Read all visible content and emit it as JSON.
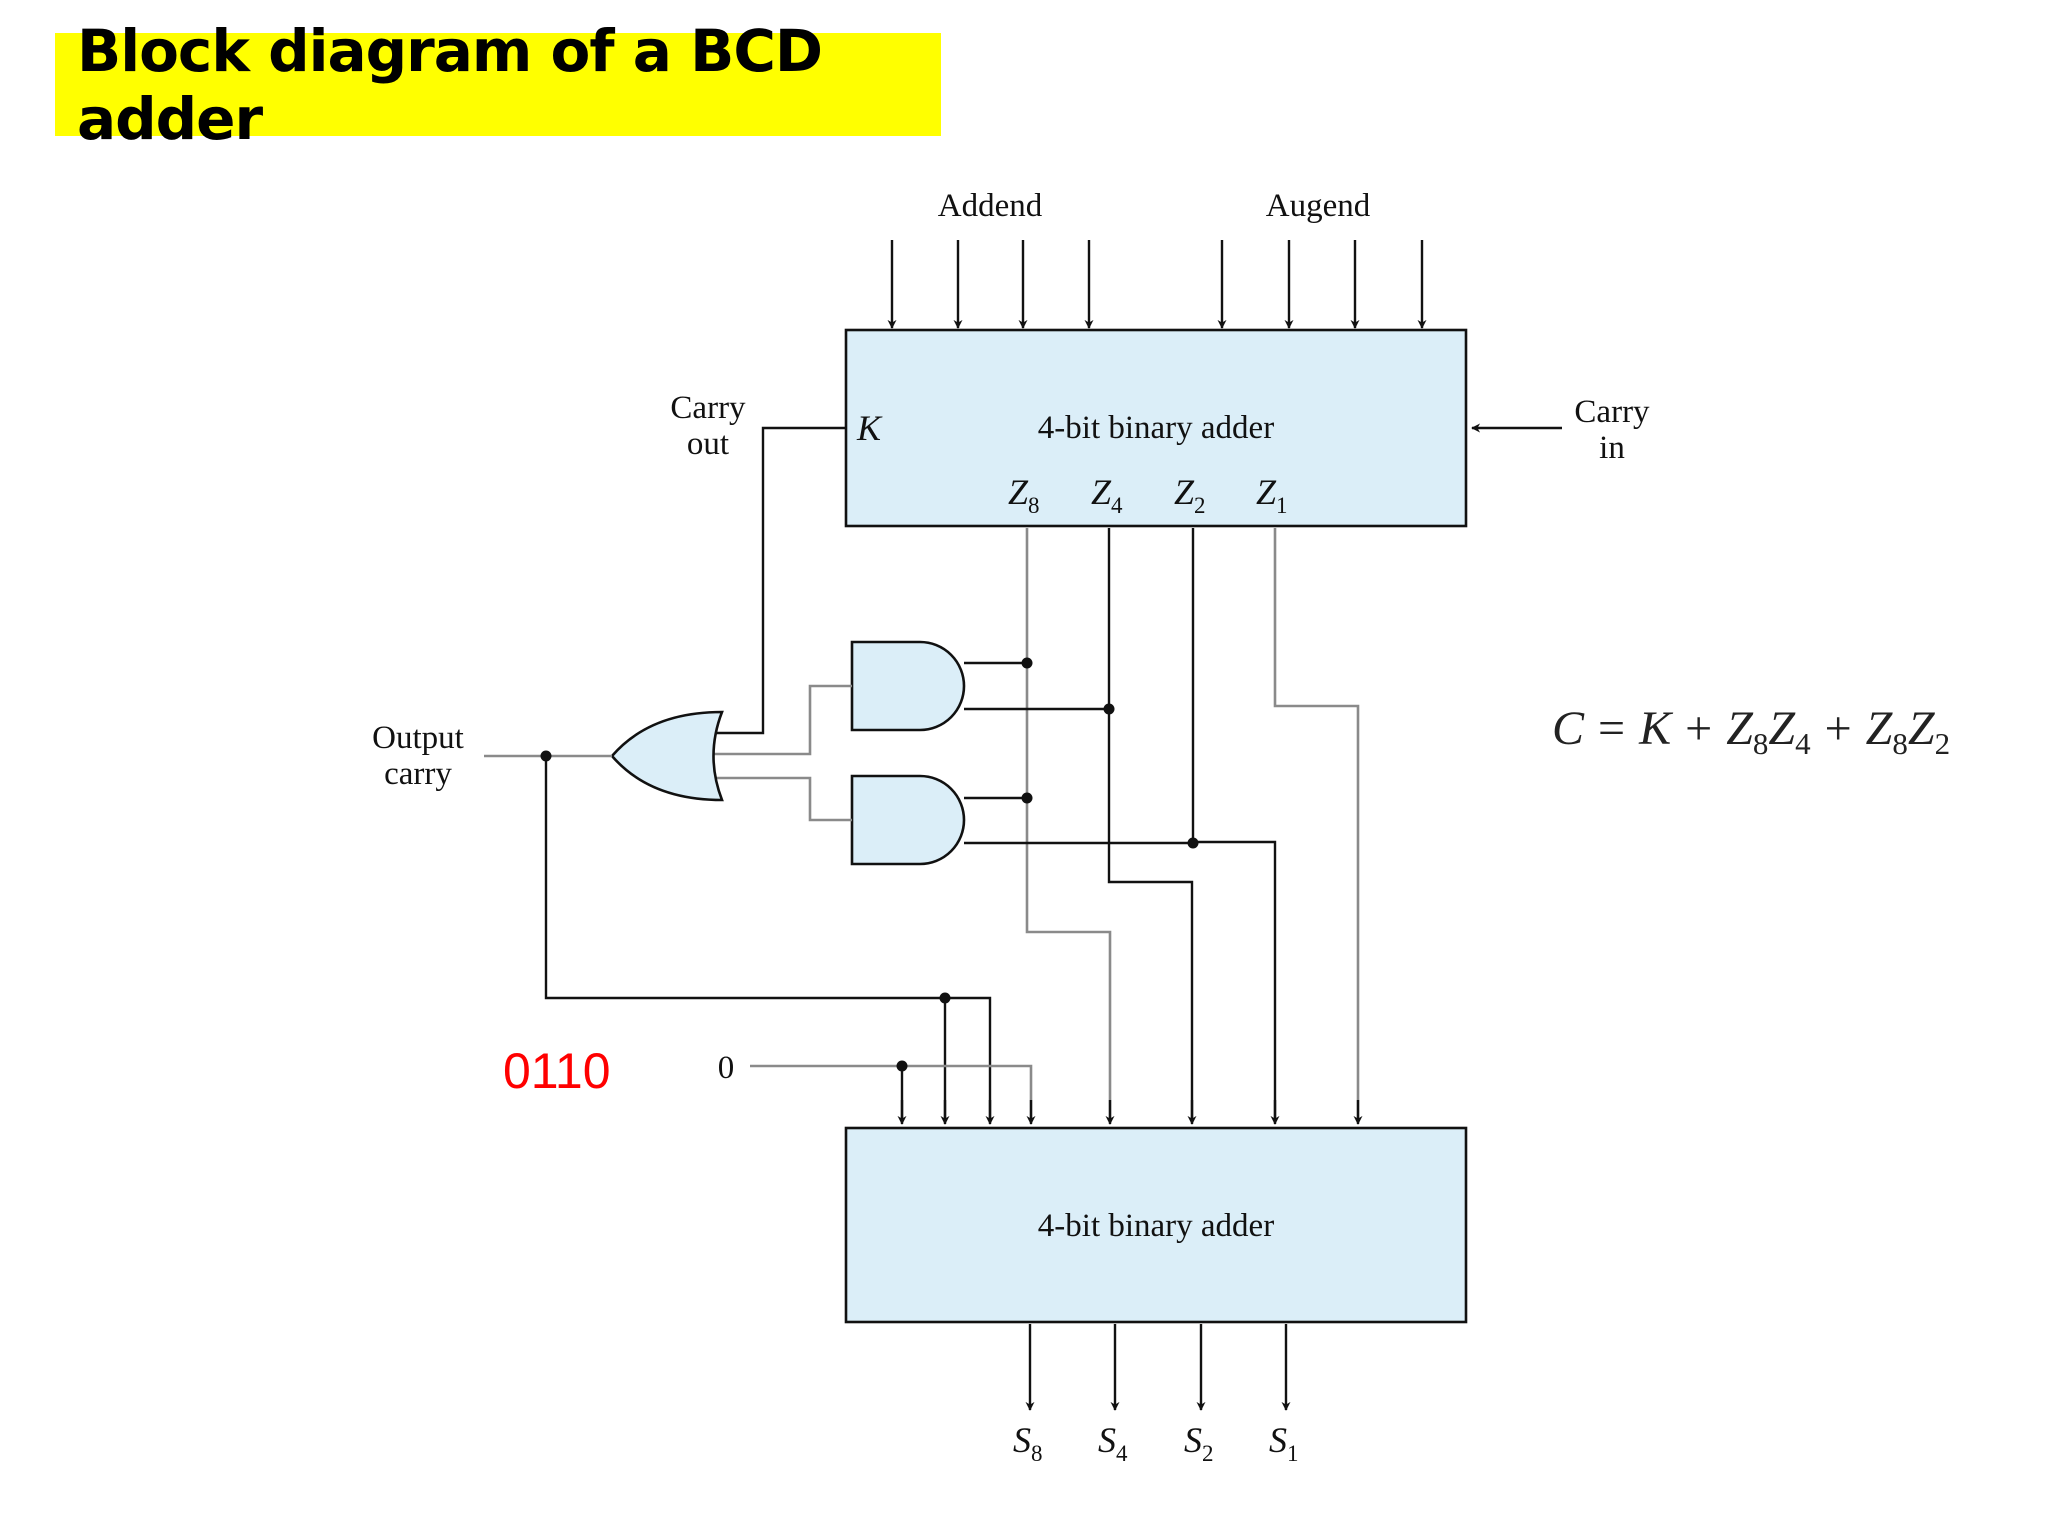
{
  "title": "Block diagram of a BCD adder",
  "labels": {
    "addend": "Addend",
    "augend": "Augend",
    "carry_out_line1": "Carry",
    "carry_out_line2": "out",
    "carry_in_line1": "Carry",
    "carry_in_line2": "in",
    "k": "K",
    "output_carry_line1": "Output",
    "output_carry_line2": "carry",
    "zero": "0",
    "correction_bits": "0110"
  },
  "top_adder": {
    "label": "4-bit binary adder",
    "outputs": [
      {
        "base": "Z",
        "sub": "8"
      },
      {
        "base": "Z",
        "sub": "4"
      },
      {
        "base": "Z",
        "sub": "2"
      },
      {
        "base": "Z",
        "sub": "1"
      }
    ]
  },
  "bottom_adder": {
    "label": "4-bit binary adder",
    "outputs": [
      {
        "base": "S",
        "sub": "8"
      },
      {
        "base": "S",
        "sub": "4"
      },
      {
        "base": "S",
        "sub": "2"
      },
      {
        "base": "S",
        "sub": "1"
      }
    ]
  },
  "equation": {
    "c": "C",
    "eq": "=",
    "k": "K",
    "plus": "+",
    "t1a": "Z",
    "t1a_sub": "8",
    "t1b": "Z",
    "t1b_sub": "4",
    "t2a": "Z",
    "t2a_sub": "8",
    "t2b": "Z",
    "t2b_sub": "2"
  },
  "colors": {
    "title_bg": "#ffff00",
    "box_fill": "#dbeef8",
    "highlight_text": "#ff0000"
  }
}
